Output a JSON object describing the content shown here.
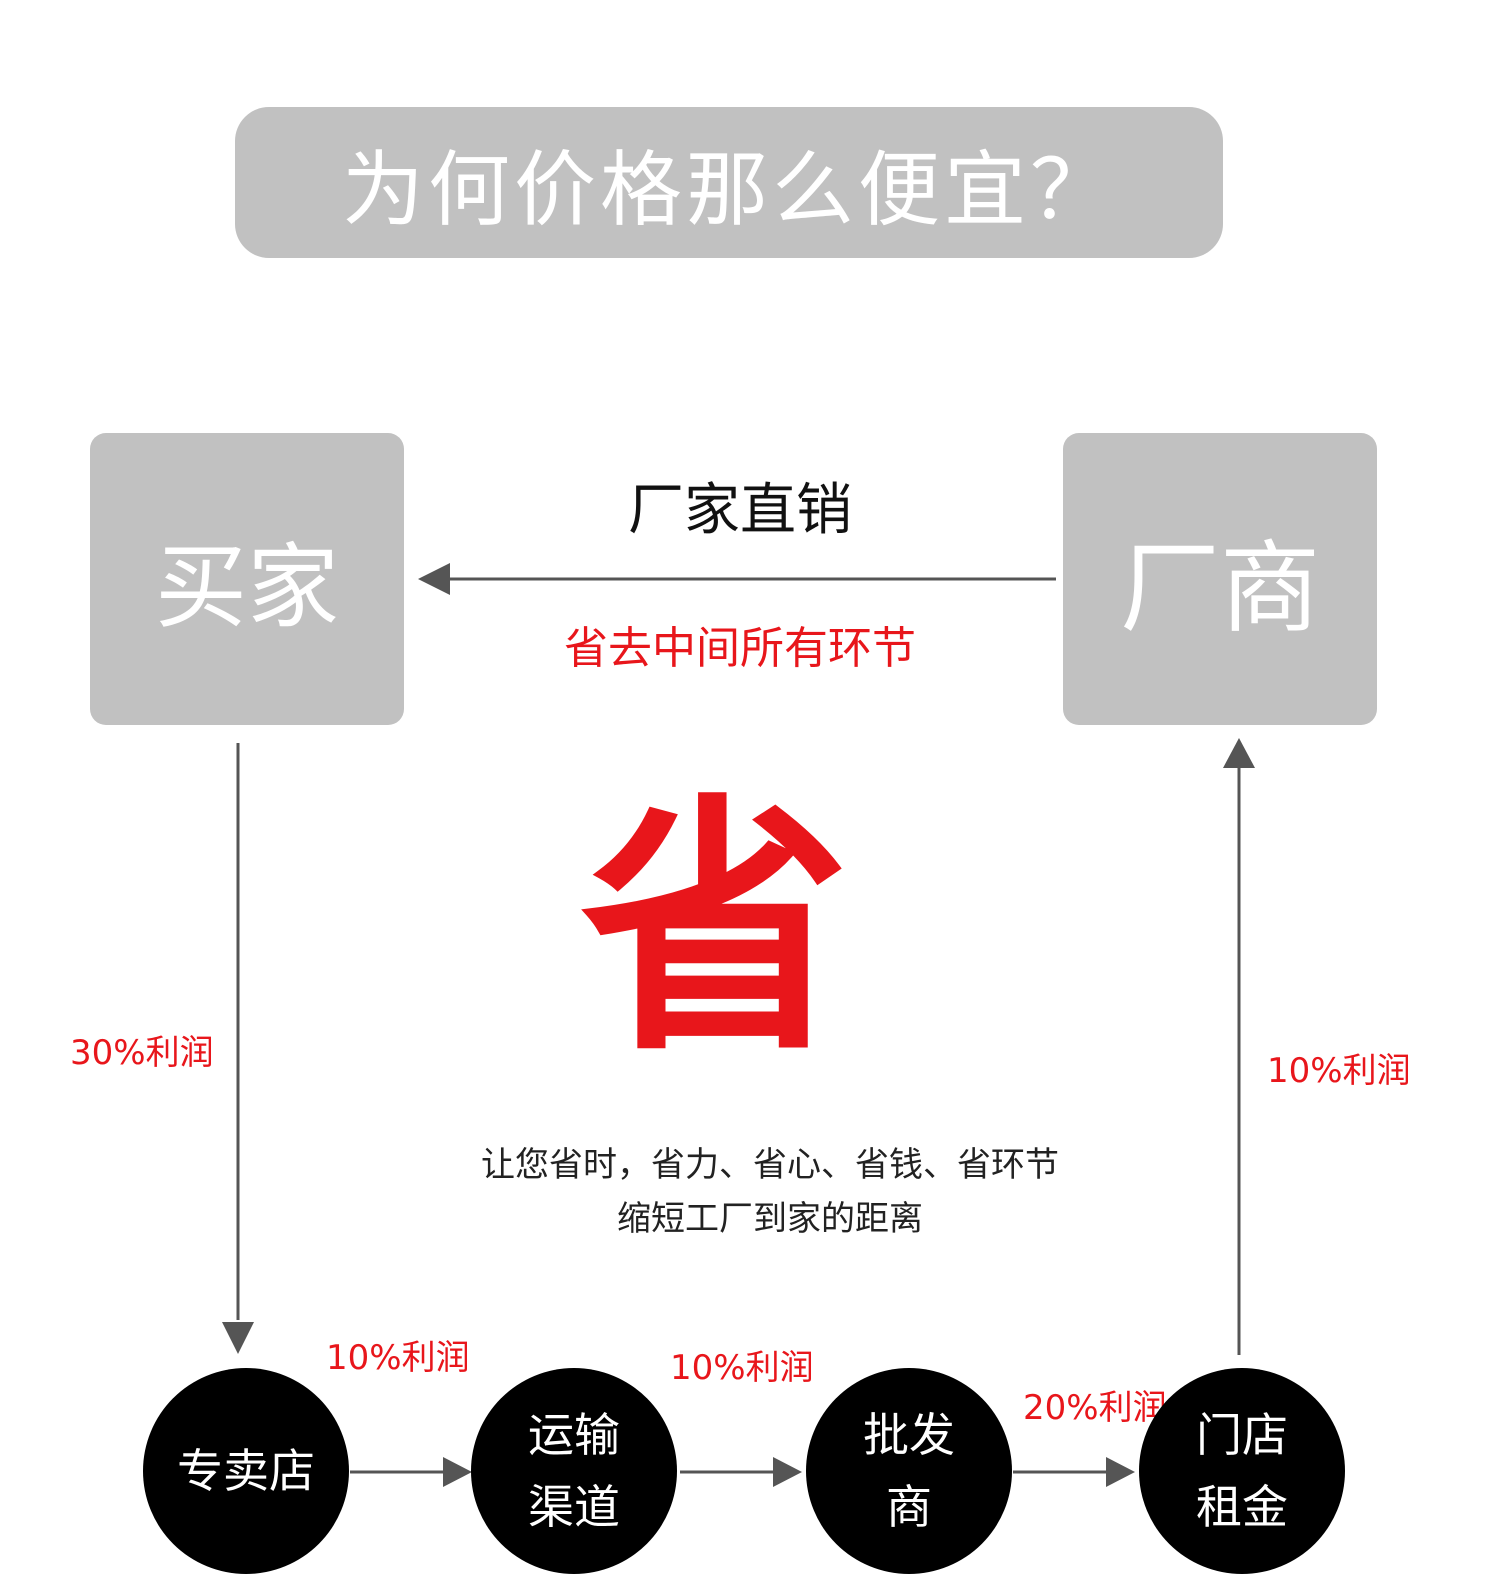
{
  "title": "为何价格那么便宜？",
  "buyer": "买家",
  "manufacturer": "厂商",
  "direct_label": "厂家直销",
  "skip_label": "省去中间所有环节",
  "save_char": "省",
  "description": [
    "让您省时，省力、省心、省钱、省环节",
    "缩短工厂到家的距离"
  ],
  "buyer_profit": "30%利润",
  "manufacturer_profit": "10%利润",
  "chain": [
    {
      "lines": [
        "专卖店"
      ]
    },
    {
      "lines": [
        "运输",
        "渠道"
      ]
    },
    {
      "lines": [
        "批发",
        "商"
      ]
    },
    {
      "lines": [
        "门店",
        "租金"
      ]
    }
  ],
  "chain_profits": [
    "10%利润",
    "10%利润",
    "20%利润"
  ],
  "colors": {
    "box": "#c1c1c1",
    "red": "#e8161b",
    "arrow": "#555555"
  }
}
